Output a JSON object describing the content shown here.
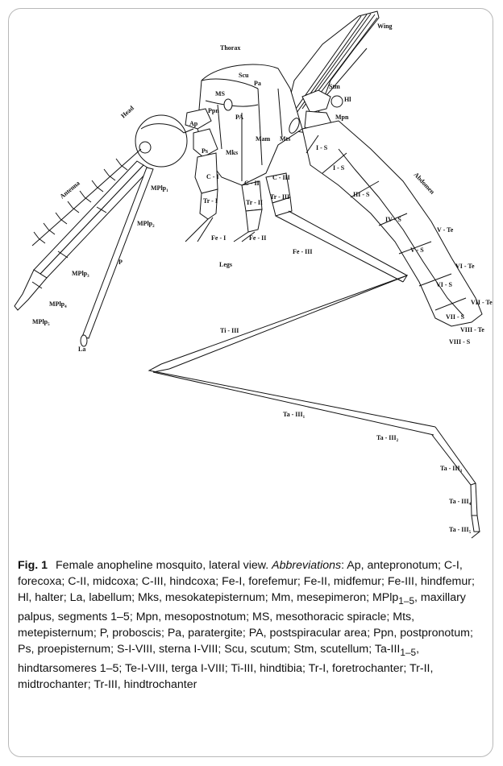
{
  "labels": {
    "wing": "Wing",
    "thorax": "Thorax",
    "scu": "Scu",
    "pa": "Pa",
    "ms": "MS",
    "stm": "Stm",
    "hl": "Hl",
    "head": "Head",
    "ppn": "Ppn",
    "pa_area": "PA",
    "mpn": "Mpn",
    "ap": "Ap",
    "mam": "Mam",
    "mts": "Mts",
    "ps": "Ps",
    "mks": "Mks",
    "abdomen": "Abdomen",
    "antenna": "Antenna",
    "c1": "C - I",
    "c2": "C - II",
    "c3": "C - III",
    "tr1": "Tr - I",
    "tr2": "Tr - II",
    "tr3": "Tr - III",
    "mplp1": "MPlp",
    "mplp1_sub": "1",
    "mplp2": "MPlp",
    "mplp2_sub": "2",
    "mplp3": "MPlp",
    "mplp3_sub": "3",
    "mplp4": "MPlp",
    "mplp4_sub": "4",
    "mplp5": "MPlp",
    "mplp5_sub": "5",
    "p": "P",
    "la": "La",
    "fe1": "Fe - I",
    "fe2": "Fe - II",
    "fe3": "Fe - III",
    "legs": "Legs",
    "s1a": "I - S",
    "s1b": "I - S",
    "s3": "III - S",
    "s4": "IV - S",
    "s5": "V - S",
    "s6": "VI - S",
    "s7": "VII - S",
    "s8": "VIII - S",
    "te5": "V - Te",
    "te6": "VI - Te",
    "te7": "VII - Te",
    "te8": "VIII - Te",
    "ti3": "Ti - III",
    "ta1": "Ta - III",
    "ta1_sub": "1",
    "ta2": "Ta - III",
    "ta2_sub": "2",
    "ta3": "Ta - III",
    "ta3_sub": "3",
    "ta4": "Ta - III",
    "ta4_sub": "4",
    "ta5": "Ta - III",
    "ta5_sub": "5"
  },
  "caption": {
    "fig_label": "Fig. 1",
    "title": "Female anopheline mosquito, lateral view.",
    "abbr_label": "Abbreviations",
    "text_a": ": Ap, antepronotum; C-I, forecoxa; C-II, midcoxa; C-III, hindcoxa; Fe-I, forefemur; Fe-II, midfemur; Fe-III, hindfemur; Hl, halter; La, labellum; Mks, mesokatepisternum; Mm, mesepimeron; MPlp",
    "sub_a": "1–5",
    "text_b": ", maxillary palpus, segments 1–5; Mpn, mesopostnotum; MS, mesothoracic spiracle; Mts, metepisternum; P, proboscis; Pa, paratergite; PA, postspiracular area; Ppn, postpronotum; Ps, proepisternum; S-I-VIII, sterna I-VIII; Scu, scutum; Stm, scutellum; Ta-III",
    "sub_b": "1–5",
    "text_c": ", hindtarsomeres 1–5; Te-I-VIII, terga I-VIII; Ti-III, hindtibia; Tr-I, foretrochanter; Tr-II, midtrochanter; Tr-III, hindtrochanter"
  }
}
